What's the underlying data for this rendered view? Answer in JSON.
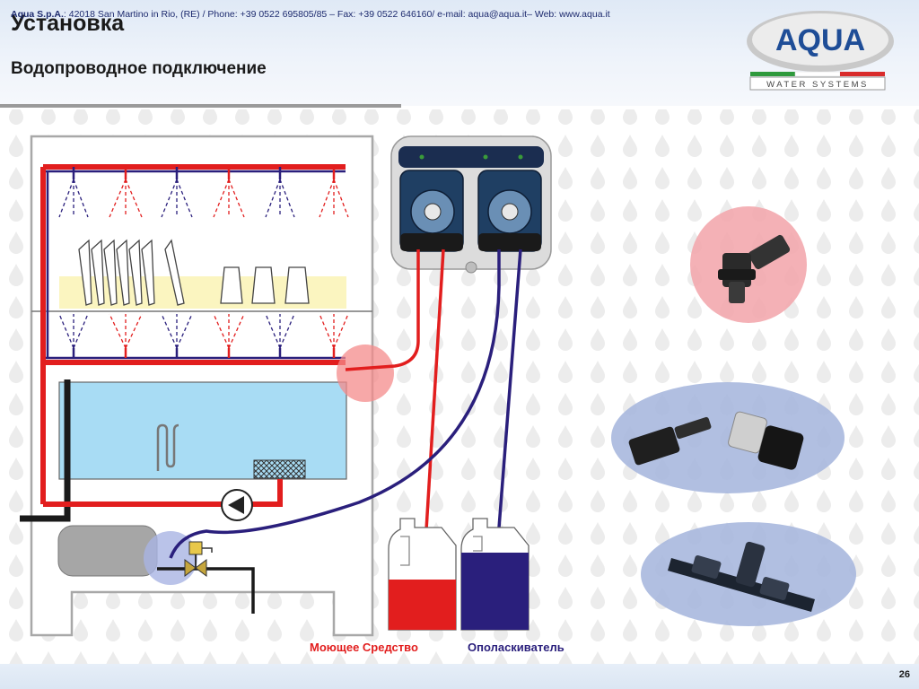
{
  "header": {
    "title": "Установка",
    "subtitle": "Водопроводное подключение"
  },
  "logo": {
    "brand": "AQUA",
    "tagline": "WATER SYSTEMS"
  },
  "labels": {
    "detergent": "Моющее Средство",
    "rinse_aid": "Ополаскиватель"
  },
  "footer": {
    "company": "Aqua S.p.A.",
    "contact": ": 42018 San Martino in Rio, (RE) / Phone: +39 0522 695805/85 – Fax: +39 0522 646160/ e-mail: aqua@aqua.it– Web: www.aqua.it",
    "page": "26"
  },
  "colors": {
    "detergent": "#e21e1e",
    "rinse_aid": "#2a1f7c",
    "tank_water": "#a8dcf4",
    "rack": "#fbf5c0",
    "frame": "#bdbdbd"
  }
}
